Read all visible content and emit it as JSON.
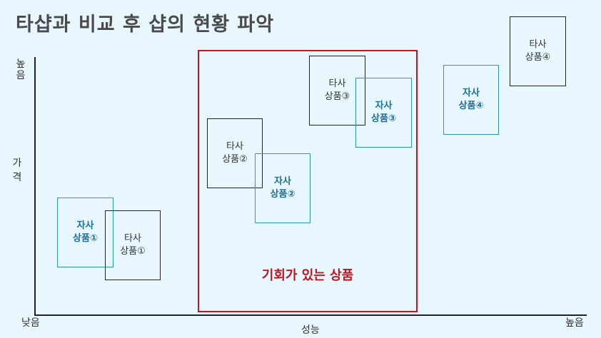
{
  "title": "타샵과 비교 후 샵의 현황 파악",
  "axes": {
    "y_high": "높음",
    "y_label": "가격",
    "x_low": "낮음",
    "x_label": "성능",
    "x_high": "높음"
  },
  "opportunity": {
    "label": "기회가 있는 상품"
  },
  "products": {
    "ours1": {
      "line1": "자사",
      "line2": "상품①"
    },
    "comp1": {
      "line1": "타사",
      "line2": "상품①"
    },
    "comp2": {
      "line1": "타사",
      "line2": "상품②"
    },
    "ours2": {
      "line1": "자사",
      "line2": "상품②"
    },
    "comp3": {
      "line1": "타사",
      "line2": "상품③"
    },
    "ours3": {
      "line1": "자사",
      "line2": "상품③"
    },
    "ours4": {
      "line1": "자사",
      "line2": "상품④"
    },
    "comp4": {
      "line1": "타사",
      "line2": "상품④"
    }
  },
  "colors": {
    "background": "#e8f6fd",
    "competitor_border": "#222222",
    "ours_border": "#2a9bb0",
    "ours_text": "#1a6f9e",
    "opportunity": "#c0151f"
  }
}
